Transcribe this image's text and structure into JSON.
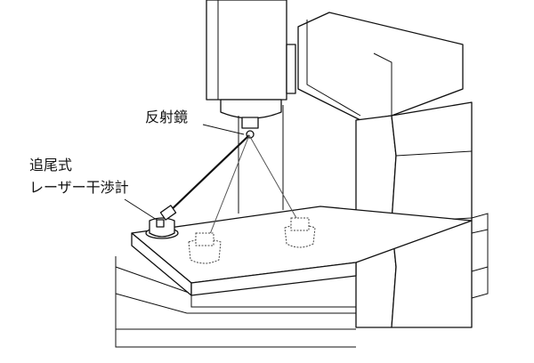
{
  "labels": {
    "mirror": "反射鏡",
    "interferometer_line1": "追尾式",
    "interferometer_line2": "レーザー干渉計"
  },
  "colors": {
    "line": "#111111",
    "background": "#ffffff"
  }
}
